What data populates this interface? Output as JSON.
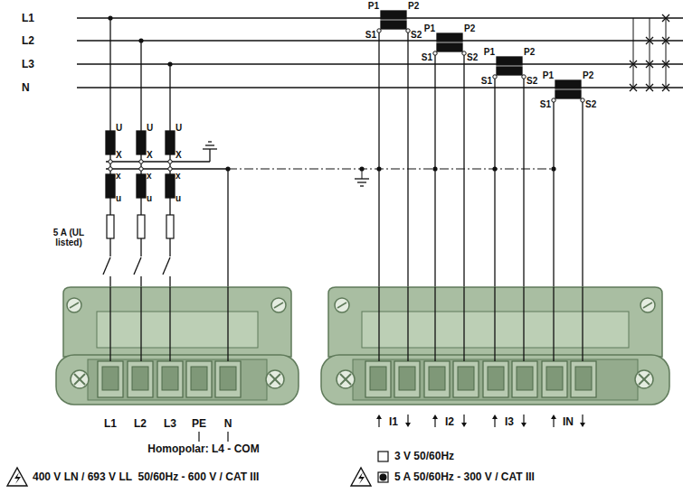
{
  "diagram": {
    "labels": [
      "L1",
      "L2",
      "L3",
      "N",
      "P1",
      "P2",
      "P1",
      "P2",
      "P1",
      "P2",
      "P1",
      "P2",
      "S1",
      "S2",
      "S1",
      "S2",
      "S1",
      "S2",
      "S1",
      "S2",
      "U",
      "U",
      "U",
      "X",
      "X",
      "X",
      "x",
      "x",
      "x",
      "u",
      "u",
      "u",
      "5 A (UL listed)",
      "L1",
      "L2",
      "L3",
      "PE",
      "N",
      "Homopolar: L4 - COM",
      "I1",
      "I2",
      "I3",
      "IN",
      "400 V LN / 693 V LL  50/60Hz - 600 V / CAT III",
      "3 V 50/60Hz",
      "5 A 50/60Hz - 300 V / CAT III"
    ]
  }
}
